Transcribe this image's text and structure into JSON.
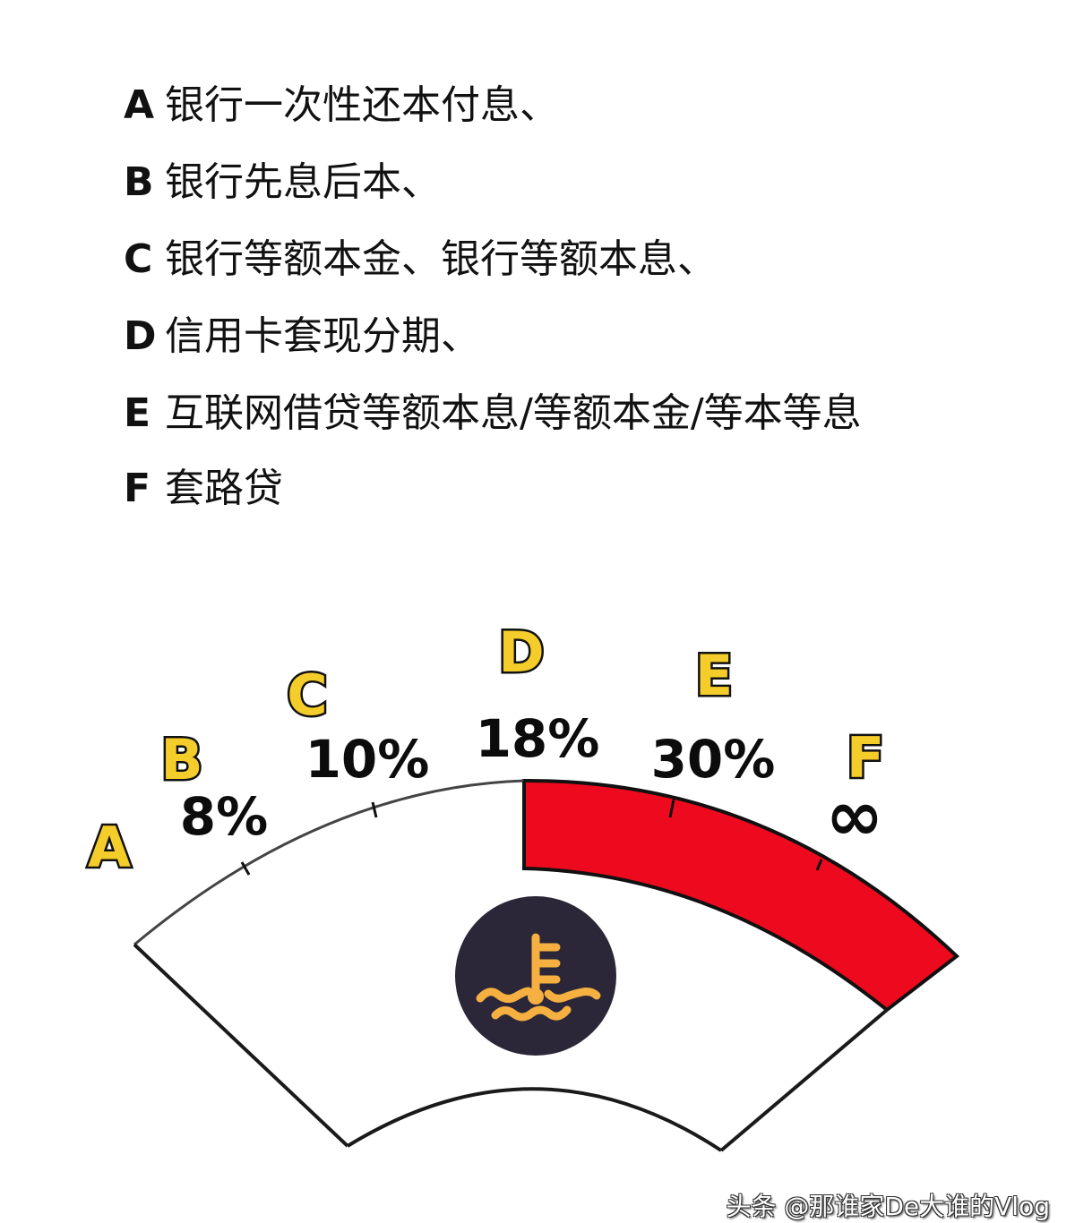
{
  "legend": {
    "items": [
      {
        "letter": "A",
        "text": "银行一次性还本付息、"
      },
      {
        "letter": "B",
        "text": "银行先息后本、"
      },
      {
        "letter": "C",
        "text": "银行等额本金、银行等额本息、"
      },
      {
        "letter": "D",
        "text": "信用卡套现分期、"
      },
      {
        "letter": "E",
        "text": "互联网借贷等额本息/等额本金/等本等息"
      },
      {
        "letter": "F",
        "text": "套路贷"
      }
    ]
  },
  "gauge": {
    "markers": [
      {
        "letter": "A",
        "value": ""
      },
      {
        "letter": "B",
        "value": "8%"
      },
      {
        "letter": "C",
        "value": "10%"
      },
      {
        "letter": "D",
        "value": "18%"
      },
      {
        "letter": "E",
        "value": "30%"
      },
      {
        "letter": "F",
        "value": "∞"
      }
    ],
    "danger_zone_start": "18%",
    "icon": "coolant-temperature-warning-icon",
    "colors": {
      "danger": "#ee0a1e",
      "label_fill": "#f5cd2a",
      "icon_bg": "#2b2738",
      "icon_fg": "#f5b041"
    }
  },
  "chart_data": {
    "type": "gauge",
    "title": "",
    "categories": [
      "A",
      "B",
      "C",
      "D",
      "E",
      "F"
    ],
    "category_descriptions": [
      "银行一次性还本付息",
      "银行先息后本",
      "银行等额本金、银行等额本息",
      "信用卡套现分期",
      "互联网借贷等额本息/等额本金/等本等息",
      "套路贷"
    ],
    "tick_labels": [
      "8%",
      "10%",
      "18%",
      "30%",
      "∞"
    ],
    "values": [
      null,
      8,
      10,
      18,
      30,
      "infinity"
    ],
    "danger_zone": {
      "from": "18%",
      "to": "∞",
      "color": "#ee0a1e"
    },
    "center_icon": "engine-temperature warning light"
  },
  "watermark": "头条 @那谁家De大谁的Vlog"
}
